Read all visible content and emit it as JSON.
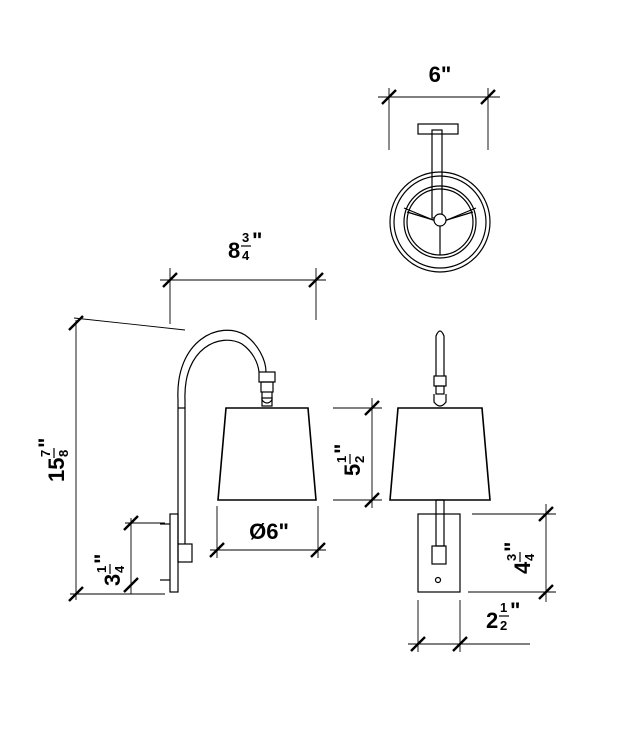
{
  "dimensions": {
    "top_width": {
      "whole": "6",
      "num": "",
      "den": "",
      "unit": "\""
    },
    "arm_reach": {
      "whole": "8",
      "num": "3",
      "den": "4",
      "unit": "\""
    },
    "overall_height": {
      "whole": "15",
      "num": "7",
      "den": "8",
      "unit": "\""
    },
    "backplate_height": {
      "whole": "3",
      "num": "1",
      "den": "4",
      "unit": "\""
    },
    "shade_diameter": {
      "whole": "Ø6",
      "num": "",
      "den": "",
      "unit": "\""
    },
    "shade_height": {
      "whole": "5",
      "num": "1",
      "den": "2",
      "unit": "\""
    },
    "plate_height": {
      "whole": "4",
      "num": "3",
      "den": "4",
      "unit": "\""
    },
    "plate_width": {
      "whole": "2",
      "num": "1",
      "den": "2",
      "unit": "\""
    }
  }
}
